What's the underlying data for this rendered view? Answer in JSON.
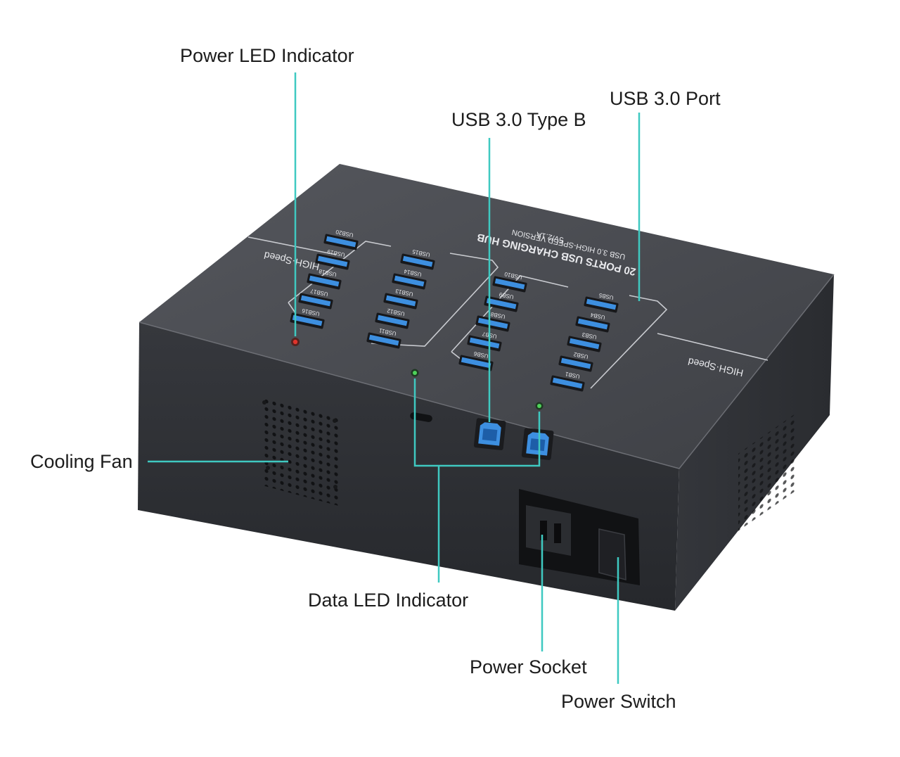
{
  "callouts": {
    "power_led": "Power LED Indicator",
    "usb_type_b": "USB 3.0 Type B",
    "usb_port": "USB 3.0 Port",
    "cooling_fan": "Cooling Fan",
    "data_led": "Data LED Indicator",
    "power_socket": "Power Socket",
    "power_switch": "Power Switch"
  },
  "device": {
    "title": "20 PORTS USB CHARGING HUB",
    "subtitle": "USB 3.0 HIGH-SPEED VERSION",
    "rating": "5V/2.1A",
    "badge_left": "HIGH·Speed",
    "badge_right": "HIGH·Speed",
    "port_labels": [
      "USB1",
      "USB2",
      "USB3",
      "USB4",
      "USB5",
      "USB6",
      "USB7",
      "USB8",
      "USB9",
      "USB10",
      "USB11",
      "USB12",
      "USB13",
      "USB14",
      "USB15",
      "USB16",
      "USB17",
      "USB18",
      "USB19",
      "USB20"
    ]
  },
  "colors": {
    "leader_line": "#3fc9c1",
    "device_top": "#4a4c52",
    "device_front": "#2f3136",
    "device_side": "#3a3c41",
    "port_blue": "#3d8fe0",
    "power_led": "#e0342c",
    "data_led": "#4fd35a"
  }
}
